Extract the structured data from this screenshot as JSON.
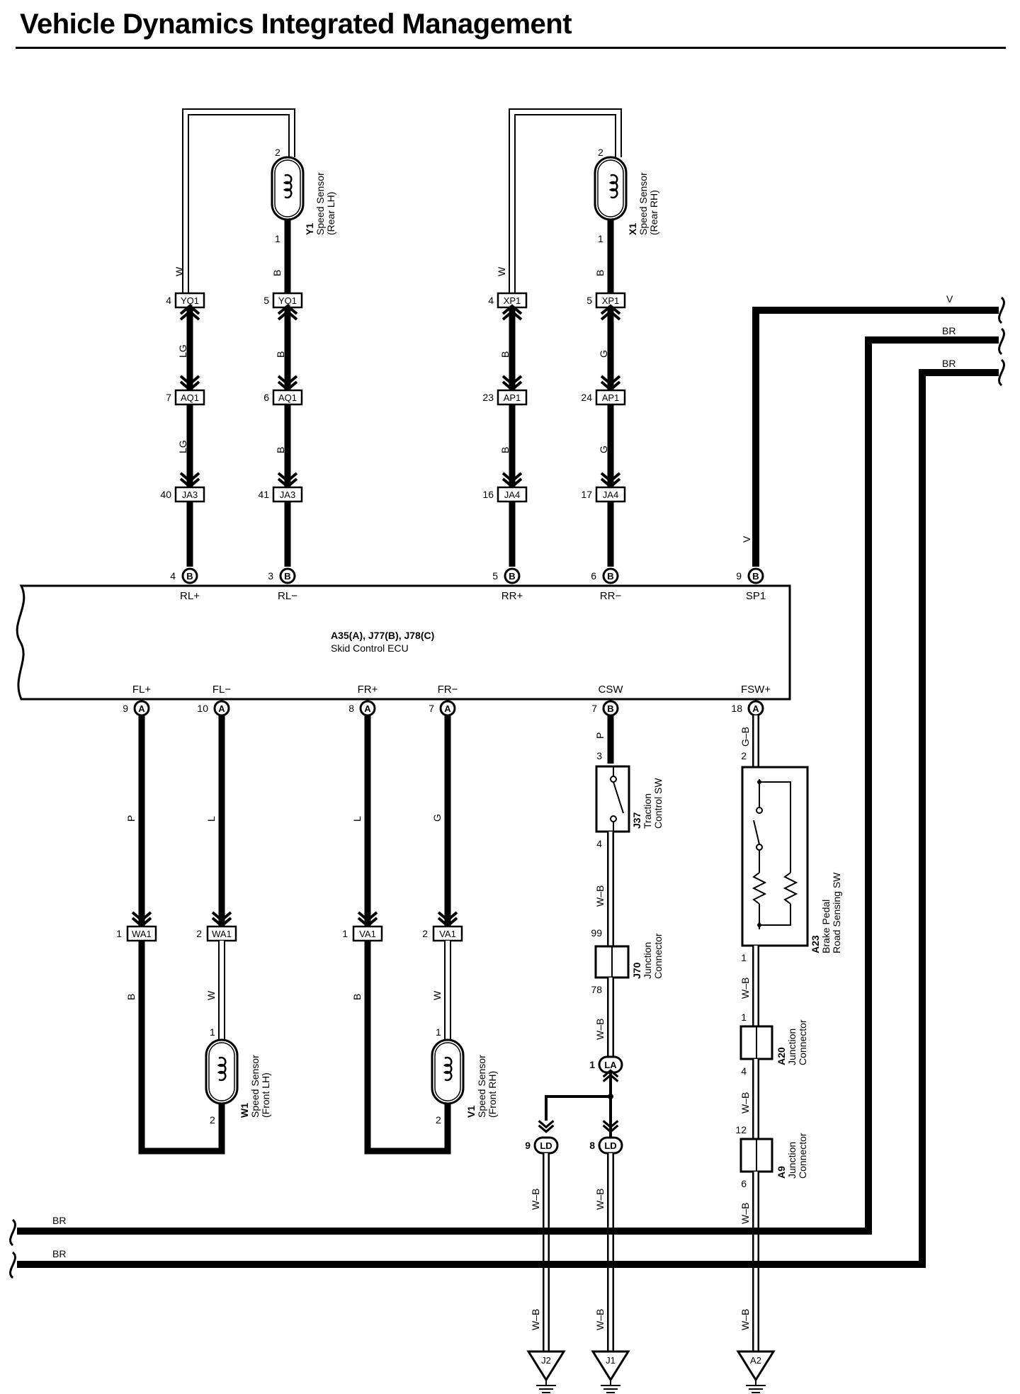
{
  "title": "Vehicle Dynamics Integrated Management",
  "ecu": {
    "code": "A35(A), J77(B), J78(C)",
    "name": "Skid Control ECU"
  },
  "top_pins": [
    {
      "signal": "RL+",
      "pin": "4",
      "conn": "B",
      "wire": "LG"
    },
    {
      "signal": "RL−",
      "pin": "3",
      "conn": "B",
      "wire": "B"
    },
    {
      "signal": "RR+",
      "pin": "5",
      "conn": "B",
      "wire": "B"
    },
    {
      "signal": "RR−",
      "pin": "6",
      "conn": "B",
      "wire": "G"
    },
    {
      "signal": "SP1",
      "pin": "9",
      "conn": "B",
      "wire": "V"
    }
  ],
  "bottom_pins": [
    {
      "signal": "FL+",
      "pin": "9",
      "conn": "A",
      "wire": "P"
    },
    {
      "signal": "FL−",
      "pin": "10",
      "conn": "A",
      "wire": "L"
    },
    {
      "signal": "FR+",
      "pin": "8",
      "conn": "A",
      "wire": "L"
    },
    {
      "signal": "FR−",
      "pin": "7",
      "conn": "A",
      "wire": "G"
    },
    {
      "signal": "CSW",
      "pin": "7",
      "conn": "B",
      "wire": "P"
    },
    {
      "signal": "FSW+",
      "pin": "18",
      "conn": "A",
      "wire": "G–B"
    }
  ],
  "rear_columns": [
    {
      "w1": "W",
      "c1": "YQ1",
      "p1": "4",
      "w2": "LG",
      "c2": "AQ1",
      "p2": "7",
      "w3": "LG",
      "c3": "JA3",
      "p3": "40"
    },
    {
      "w1": "B",
      "c1": "YQ1",
      "p1": "5",
      "w2": "B",
      "c2": "AQ1",
      "p2": "6",
      "w3": "B",
      "c3": "JA3",
      "p3": "41"
    },
    {
      "w1": "W",
      "c1": "XP1",
      "p1": "4",
      "w2": "B",
      "c2": "AP1",
      "p2": "23",
      "w3": "B",
      "c3": "JA4",
      "p3": "16"
    },
    {
      "w1": "B",
      "c1": "XP1",
      "p1": "5",
      "w2": "G",
      "c2": "AP1",
      "p2": "24",
      "w3": "G",
      "c3": "JA4",
      "p3": "17"
    }
  ],
  "rear_sensors": [
    {
      "code": "Y1",
      "name": "Speed Sensor",
      "side": "(Rear LH)",
      "pin_top": "2",
      "pin_bottom": "1"
    },
    {
      "code": "X1",
      "name": "Speed Sensor",
      "side": "(Rear RH)",
      "pin_top": "2",
      "pin_bottom": "1"
    }
  ],
  "front_conns": [
    {
      "pin": "1",
      "conn": "WA1",
      "wire": "B"
    },
    {
      "pin": "2",
      "conn": "WA1",
      "wire": "W"
    },
    {
      "pin": "1",
      "conn": "VA1",
      "wire": "B"
    },
    {
      "pin": "2",
      "conn": "VA1",
      "wire": "W"
    }
  ],
  "front_sensors": [
    {
      "code": "W1",
      "name": "Speed Sensor",
      "side": "(Front LH)",
      "pin_top": "1",
      "pin_bottom": "2"
    },
    {
      "code": "V1",
      "name": "Speed Sensor",
      "side": "(Front RH)",
      "pin_top": "1",
      "pin_bottom": "2"
    }
  ],
  "traction": {
    "code": "J37",
    "name": "Traction",
    "name2": "Control SW",
    "pin_in": "3",
    "pin_out": "4",
    "wire_out": "W–B",
    "jc_code": "J70",
    "jc_name": "Junction",
    "jc_name2": "Connector",
    "jc_in": "99",
    "jc_out": "78",
    "jc_wire": "W–B",
    "la_pin": "1",
    "la_conn": "LA"
  },
  "ground_branches": [
    {
      "pin": "9",
      "conn": "LD",
      "wire": "W–B",
      "wire2": "W–B",
      "ground": "J2"
    },
    {
      "pin": "8",
      "conn": "LD",
      "wire": "W–B",
      "wire2": "W–B",
      "ground": "J1"
    }
  ],
  "brake": {
    "code": "A23",
    "name": "Brake Pedal",
    "name2": "Road Sensing SW",
    "pin_in": "2",
    "pin_out": "1",
    "wire_out": "W–B",
    "a20_code": "A20",
    "a20_name": "Junction",
    "a20_name2": "Connector",
    "a20_in": "1",
    "a20_out": "4",
    "a20_wire": "W–B",
    "a9_code": "A9",
    "a9_name": "Junction",
    "a9_name2": "Connector",
    "a9_in": "12",
    "a9_out": "6",
    "a9_wire": "W–B",
    "wire2": "W–B",
    "ground": "A2"
  },
  "bus": {
    "right_1": "V",
    "right_2": "BR",
    "right_3": "BR",
    "left_1": "BR",
    "left_2": "BR"
  },
  "colors": {
    "line": "#000000",
    "background": "#ffffff"
  }
}
